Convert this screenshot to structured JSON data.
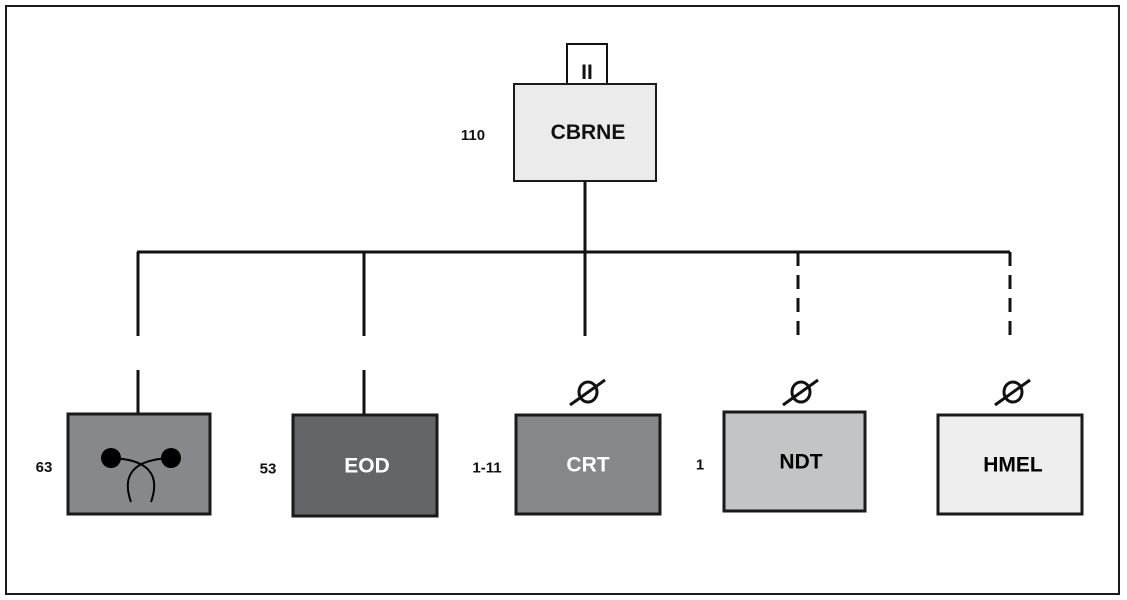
{
  "diagram": {
    "top_unit": {
      "label": "CBRNE",
      "size_marker": "II",
      "count": "110",
      "fill": "#ebebeb"
    },
    "sub_units": [
      {
        "id": "unit-1",
        "label": "",
        "icon": "crossed-arcs-icon",
        "count": "63",
        "fill": "#86888c",
        "text_color": "#000000",
        "link": "solid",
        "null_marker": false
      },
      {
        "id": "unit-2",
        "label": "EOD",
        "count": "53",
        "fill": "#646568",
        "text_color": "#ffffff",
        "link": "solid",
        "null_marker": false
      },
      {
        "id": "unit-3",
        "label": "CRT",
        "count": "1-11",
        "fill": "#85878b",
        "text_color": "#ffffff",
        "link": "solid",
        "null_marker": true
      },
      {
        "id": "unit-4",
        "label": "NDT",
        "count": "1",
        "fill": "#c3c4c6",
        "text_color": "#000000",
        "link": "dashed",
        "null_marker": true
      },
      {
        "id": "unit-5",
        "label": "HMEL",
        "count": "",
        "fill": "#eeeeee",
        "text_color": "#000000",
        "link": "dashed",
        "null_marker": true
      }
    ],
    "colors": {
      "line": "#111111",
      "border": "#1a1a1a"
    }
  }
}
